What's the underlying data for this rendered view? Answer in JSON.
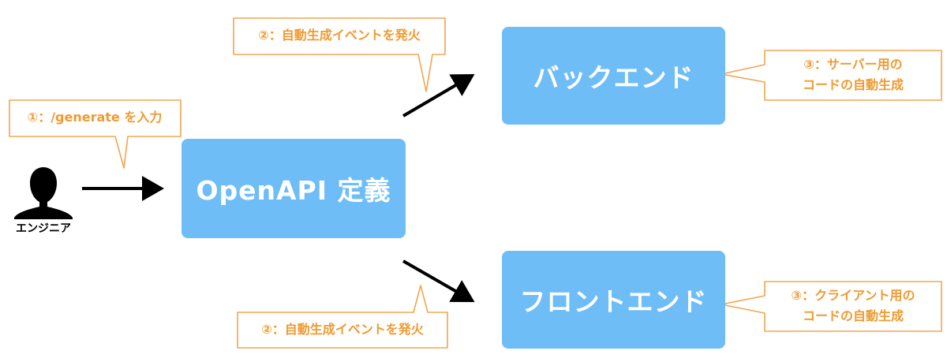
{
  "nodes": {
    "openapi": "OpenAPI 定義",
    "backend": "バックエンド",
    "frontend": "フロントエンド"
  },
  "actor": {
    "label": "エンジニア"
  },
  "callouts": {
    "generate": "①：/generate を入力",
    "event_top": "②：自動生成イベントを発火",
    "event_bottom": "②：自動生成イベントを発火",
    "server_line1": "③：サーバー用の",
    "server_line2": "コードの自動生成",
    "client_line1": "③：クライアント用の",
    "client_line2": "コードの自動生成"
  },
  "colors": {
    "box": "#6fbdf7",
    "callout_text": "#f09a31",
    "callout_border": "#f2a550",
    "arrow": "#000000"
  }
}
